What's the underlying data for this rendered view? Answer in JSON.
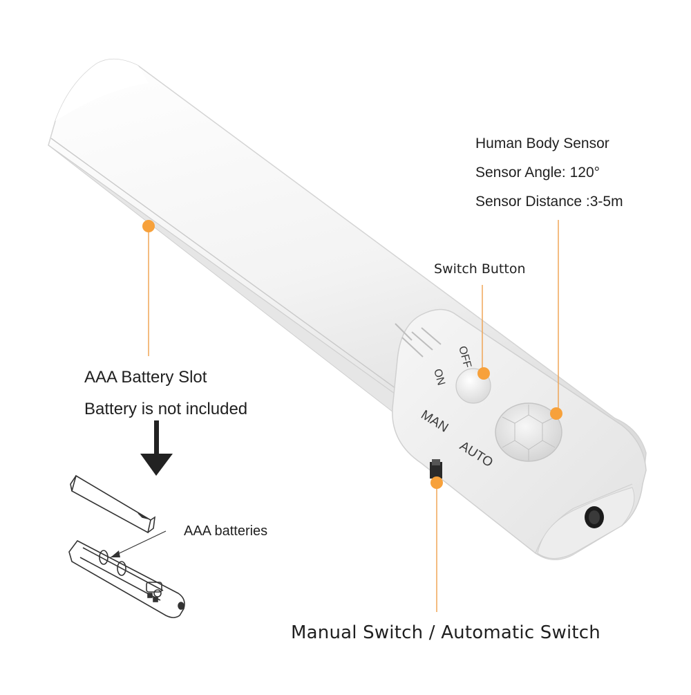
{
  "sensor_info": {
    "title": "Human Body Sensor",
    "angle": "Sensor Angle: 120°",
    "distance": "Sensor Distance :3-5m"
  },
  "switch_button": {
    "label": "Switch Button"
  },
  "battery_slot": {
    "title": "AAA Battery Slot",
    "note": "Battery is not included"
  },
  "batteries": {
    "label": "AAA batteries"
  },
  "mode_switch": {
    "label": "Manual Switch / Automatic Switch"
  },
  "device_markings": {
    "off": "OFF",
    "on": "ON",
    "man": "MAN",
    "auto": "AUTO"
  },
  "colors": {
    "callout_dot": "#f7a13b",
    "callout_line": "#f0a04b",
    "text": "#1f1f1f"
  }
}
